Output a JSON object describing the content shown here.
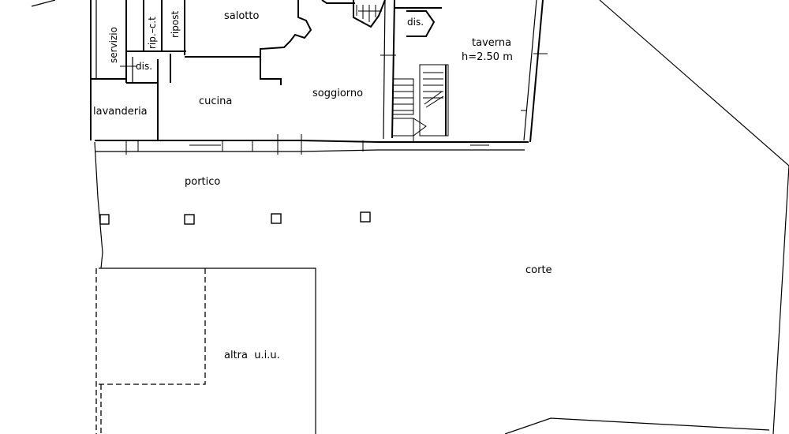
{
  "rooms": {
    "servizio": "servizio",
    "rip_ct": "rip.–c.t",
    "ripost": "ripost",
    "salotto": "salotto",
    "dis_left": "dis.",
    "dis_right": "dis.",
    "cucina": "cucina",
    "soggiorno": "soggiorno",
    "lavanderia": "lavanderia",
    "taverna": "taverna",
    "taverna_height": "h=2.50  m",
    "portico": "portico",
    "corte": "corte",
    "altra_uiu": "altra  u.i.u."
  }
}
